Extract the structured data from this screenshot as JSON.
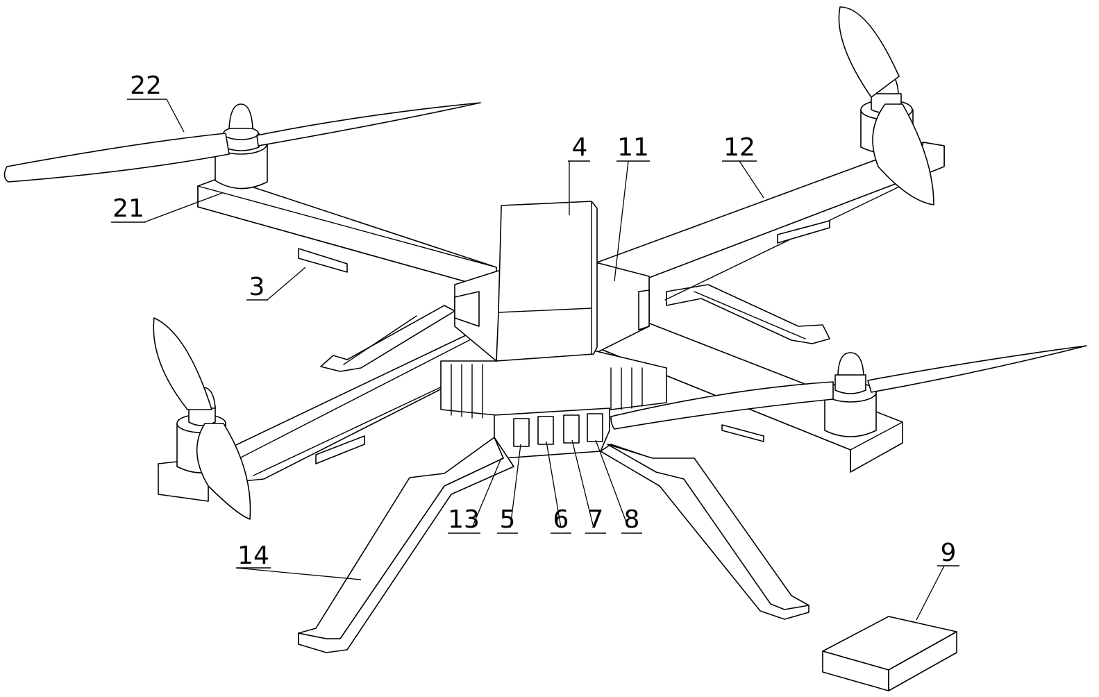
{
  "figure": {
    "callouts": [
      {
        "id": "22",
        "text": "22"
      },
      {
        "id": "21",
        "text": "21"
      },
      {
        "id": "3",
        "text": "3"
      },
      {
        "id": "4",
        "text": "4"
      },
      {
        "id": "11",
        "text": "11"
      },
      {
        "id": "12",
        "text": "12"
      },
      {
        "id": "13",
        "text": "13"
      },
      {
        "id": "5",
        "text": "5"
      },
      {
        "id": "6",
        "text": "6"
      },
      {
        "id": "7",
        "text": "7"
      },
      {
        "id": "8",
        "text": "8"
      },
      {
        "id": "14",
        "text": "14"
      },
      {
        "id": "9",
        "text": "9"
      }
    ],
    "line_color": "#000000",
    "background": "#ffffff"
  }
}
